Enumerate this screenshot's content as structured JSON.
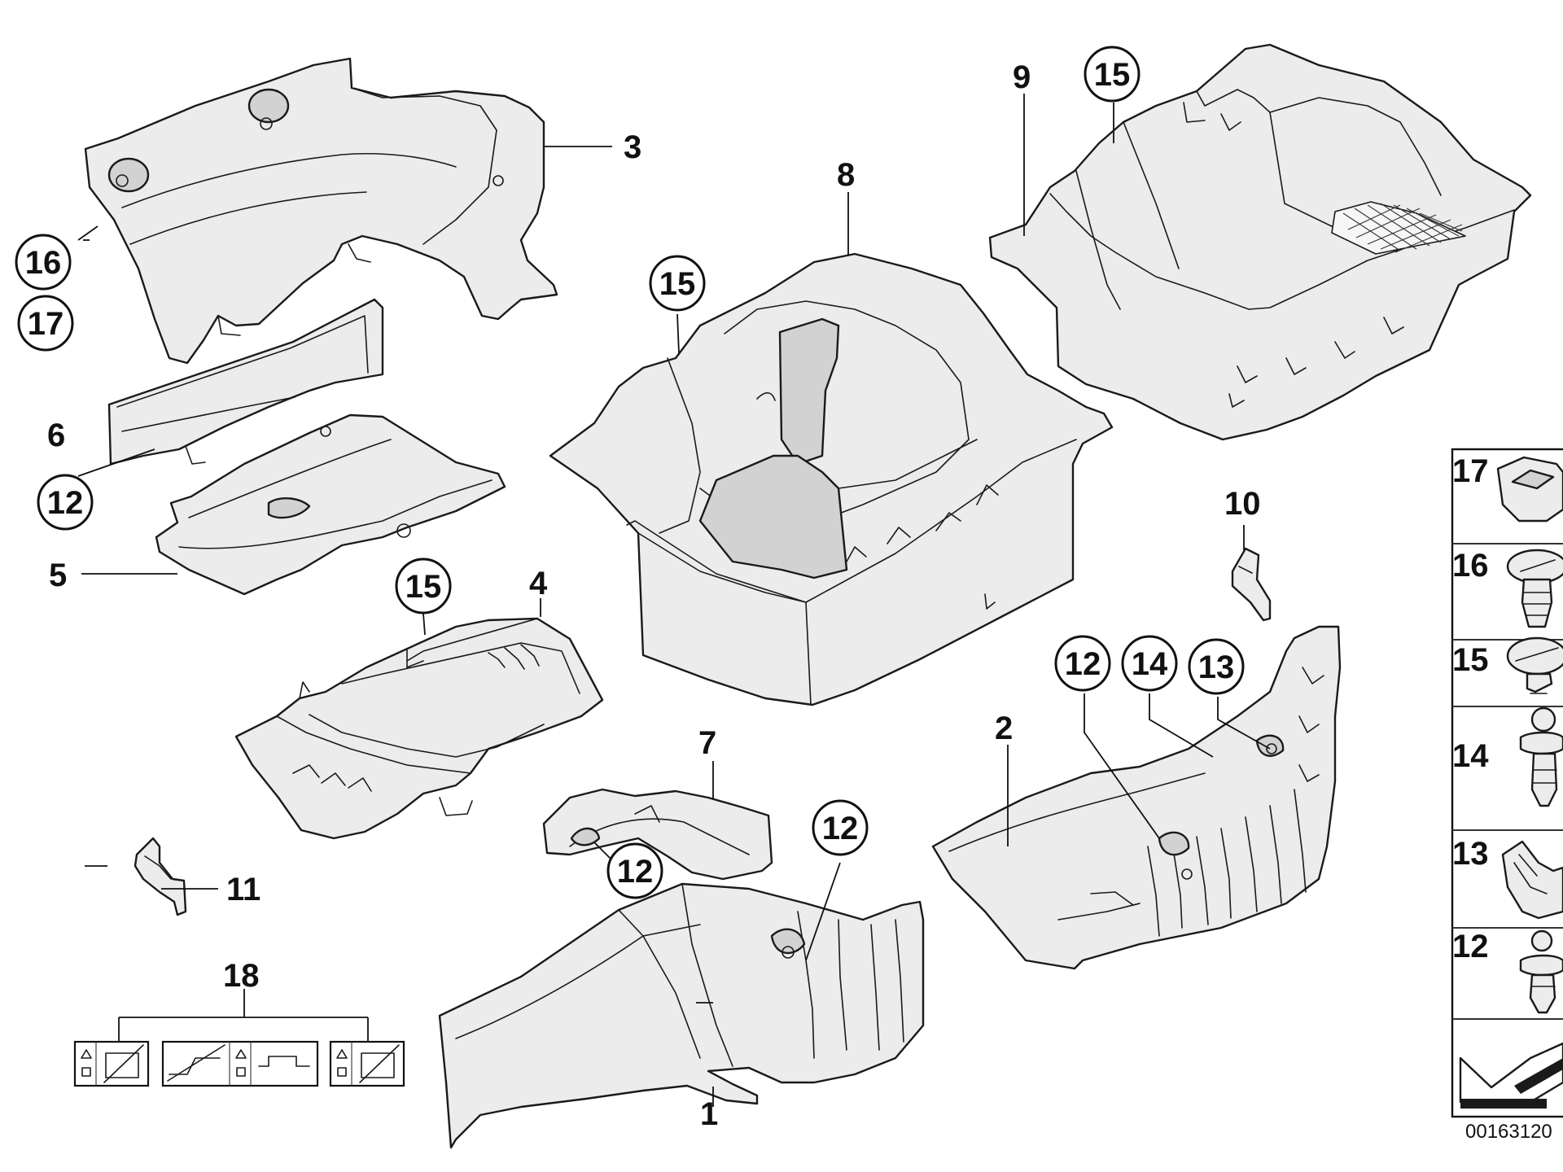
{
  "diagram": {
    "id_number": "00163120",
    "plain_labels": {
      "p1": "1",
      "p2": "2",
      "p3": "3",
      "p4": "4",
      "p5": "5",
      "p6": "6",
      "p7": "7",
      "p8": "8",
      "p9": "9",
      "p10": "10",
      "p11": "11",
      "p18": "18"
    },
    "circled_labels": {
      "c16": "16",
      "c17": "17",
      "c12_a": "12",
      "c15_a": "15",
      "c15_b": "15",
      "c15_c": "15",
      "c12_b": "12",
      "c12_c": "12",
      "c12_d": "12",
      "c14": "14",
      "c13": "13"
    },
    "fastener_legend": [
      "17",
      "16",
      "15",
      "14",
      "13",
      "12"
    ],
    "icons": {
      "fastener_17": "square-clip-icon",
      "fastener_16": "screw-rivet-icon",
      "fastener_15": "expanding-rivet-icon",
      "fastener_14": "push-rivet-icon",
      "fastener_13": "spring-clip-icon",
      "fastener_12": "plastic-rivet-icon",
      "legend_arrow": "direction-arrow-icon",
      "warning_symbols": "caution-label-icon"
    }
  }
}
